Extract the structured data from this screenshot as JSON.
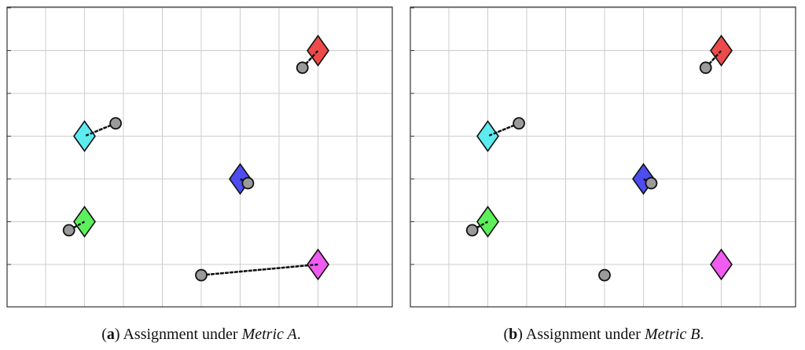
{
  "colors": {
    "red": "#ee4a4a",
    "cyan": "#5cecf0",
    "blue": "#4d4df0",
    "green": "#5cf05c",
    "magenta": "#f05cf0",
    "circle": "#9a9a9a",
    "grid": "#cccccc",
    "frame": "#333333",
    "line": "#111111"
  },
  "panels": [
    {
      "id": "a",
      "caption": {
        "letter": "a",
        "text": "Assignment under",
        "metric": "Metric A",
        "end": "."
      },
      "targets": [
        {
          "name": "red",
          "color": "red",
          "gx": 7.0,
          "gy": 6.0
        },
        {
          "name": "cyan",
          "color": "cyan",
          "gx": 1.0,
          "gy": 4.0
        },
        {
          "name": "blue",
          "color": "blue",
          "gx": 5.0,
          "gy": 3.0
        },
        {
          "name": "green",
          "color": "green",
          "gx": 1.0,
          "gy": 2.0
        },
        {
          "name": "magenta",
          "color": "magenta",
          "gx": 7.0,
          "gy": 1.0
        }
      ],
      "agents": [
        {
          "gx": 6.6,
          "gy": 5.6
        },
        {
          "gx": 1.8,
          "gy": 4.3
        },
        {
          "gx": 5.2,
          "gy": 2.9
        },
        {
          "gx": 0.6,
          "gy": 1.8
        },
        {
          "gx": 4.0,
          "gy": 0.75
        }
      ],
      "assignments": [
        {
          "agent": 0,
          "target": 0
        },
        {
          "agent": 1,
          "target": 1
        },
        {
          "agent": 2,
          "target": 2
        },
        {
          "agent": 3,
          "target": 3
        },
        {
          "agent": 4,
          "target": 4
        }
      ]
    },
    {
      "id": "b",
      "caption": {
        "letter": "b",
        "text": "Assignment under",
        "metric": "Metric B",
        "end": "."
      },
      "targets": [
        {
          "name": "red",
          "color": "red",
          "gx": 7.0,
          "gy": 6.0
        },
        {
          "name": "cyan",
          "color": "cyan",
          "gx": 1.0,
          "gy": 4.0
        },
        {
          "name": "blue",
          "color": "blue",
          "gx": 5.0,
          "gy": 3.0
        },
        {
          "name": "green",
          "color": "green",
          "gx": 1.0,
          "gy": 2.0
        },
        {
          "name": "magenta",
          "color": "magenta",
          "gx": 7.0,
          "gy": 1.0
        }
      ],
      "agents": [
        {
          "gx": 6.6,
          "gy": 5.6
        },
        {
          "gx": 1.8,
          "gy": 4.3
        },
        {
          "gx": 5.2,
          "gy": 2.9
        },
        {
          "gx": 0.6,
          "gy": 1.8
        },
        {
          "gx": 4.0,
          "gy": 0.75
        }
      ],
      "assignments": [
        {
          "agent": 0,
          "target": 0
        },
        {
          "agent": 1,
          "target": 1
        },
        {
          "agent": 2,
          "target": 2
        },
        {
          "agent": 3,
          "target": 3
        }
      ]
    }
  ]
}
